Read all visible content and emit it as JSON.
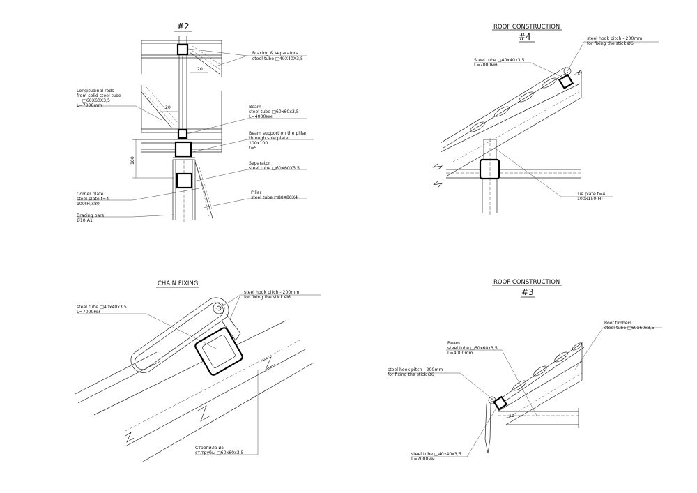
{
  "d2": {
    "title": "#2",
    "bracing": [
      "Bracing & separators",
      "steel tube □40X40X3,5"
    ],
    "longitudinal": [
      "Longitudinal rods",
      "from solid steel tube",
      "□60X60X3,5",
      "L=7000mm"
    ],
    "beam": [
      "Beam",
      "steel tube □60х60х3,5",
      "L=4000мм"
    ],
    "beam_support": [
      "Beam support on the pillar",
      "through sole plate",
      "100x100",
      "t=5"
    ],
    "separator": [
      "Separator",
      "steel tube □60X60X3,5"
    ],
    "corner": [
      "Corner plate",
      "steel plate t=4",
      "100(H)x80"
    ],
    "pillar": [
      "Pillar",
      "steel tube □80X80X4"
    ],
    "bracing_bars": [
      "Bracing bars",
      "Ø10 A1"
    ],
    "dim_20a": "20",
    "dim_20b": "20",
    "dim_100": "100"
  },
  "d4": {
    "title1": "ROOF CONSTRUCTION",
    "title2": "#4",
    "hook": [
      "steel hook pitch - 200mm",
      "for fixing the stick Ø6"
    ],
    "tube": [
      "Steel tube □40x40x3,5",
      "L=7000мм"
    ],
    "tie": [
      "Tie plate t=4",
      "100x150(H)"
    ],
    "dim_20": "20"
  },
  "dc": {
    "title": "CHAIN FIXING",
    "hook": [
      "steel hook pitch - 200mm",
      "for fixing the stick Ø6"
    ],
    "tube": [
      "steel tube □40x40x3,5",
      "L=7000мм"
    ],
    "strap": [
      "Стропила из",
      "ст.трубы □60х60х3,5"
    ]
  },
  "d3": {
    "title1": "ROOF CONSTRUCTION",
    "title2": "#3",
    "timbers": [
      "Roof timbers",
      "steel tube □60x60x3,5"
    ],
    "beam": [
      "Beam",
      "steel tube □60x60x3,5",
      "L=4000mm"
    ],
    "hook": [
      "steel hook pitch - 200mm",
      "for fixing the stick Ø6"
    ],
    "tube": [
      "steel tube □40x40x3,5",
      "L=7000мм"
    ],
    "dim_10": "10"
  }
}
